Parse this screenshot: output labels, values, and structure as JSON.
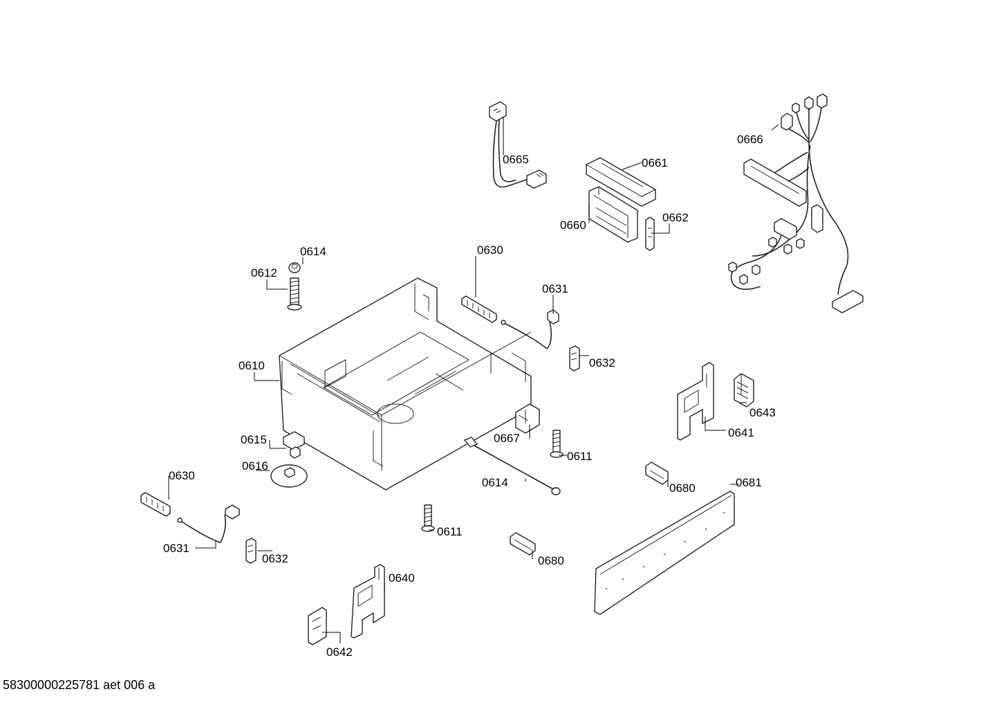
{
  "diagram": {
    "document_id": "58300000225781 aet 006 a",
    "labels": [
      {
        "key": "l0665",
        "text": "0665"
      },
      {
        "key": "l0661",
        "text": "0661"
      },
      {
        "key": "l0660",
        "text": "0660"
      },
      {
        "key": "l0662",
        "text": "0662"
      },
      {
        "key": "l0666",
        "text": "0666"
      },
      {
        "key": "l0614a",
        "text": "0614"
      },
      {
        "key": "l0612",
        "text": "0612"
      },
      {
        "key": "l0630a",
        "text": "0630"
      },
      {
        "key": "l0631a",
        "text": "0631"
      },
      {
        "key": "l0632a",
        "text": "0632"
      },
      {
        "key": "l0610",
        "text": "0610"
      },
      {
        "key": "l0643",
        "text": "0643"
      },
      {
        "key": "l0641",
        "text": "0641"
      },
      {
        "key": "l0667",
        "text": "0667"
      },
      {
        "key": "l0611a",
        "text": "0611"
      },
      {
        "key": "l0615",
        "text": "0615"
      },
      {
        "key": "l0616",
        "text": "0616"
      },
      {
        "key": "l0614b",
        "text": "0614"
      },
      {
        "key": "l0680a",
        "text": "0680"
      },
      {
        "key": "l0681",
        "text": "0681"
      },
      {
        "key": "l0630b",
        "text": "0630"
      },
      {
        "key": "l0631b",
        "text": "0631"
      },
      {
        "key": "l0632b",
        "text": "0632"
      },
      {
        "key": "l0611b",
        "text": "0611"
      },
      {
        "key": "l0680b",
        "text": "0680"
      },
      {
        "key": "l0640",
        "text": "0640"
      },
      {
        "key": "l0642",
        "text": "0642"
      }
    ]
  }
}
